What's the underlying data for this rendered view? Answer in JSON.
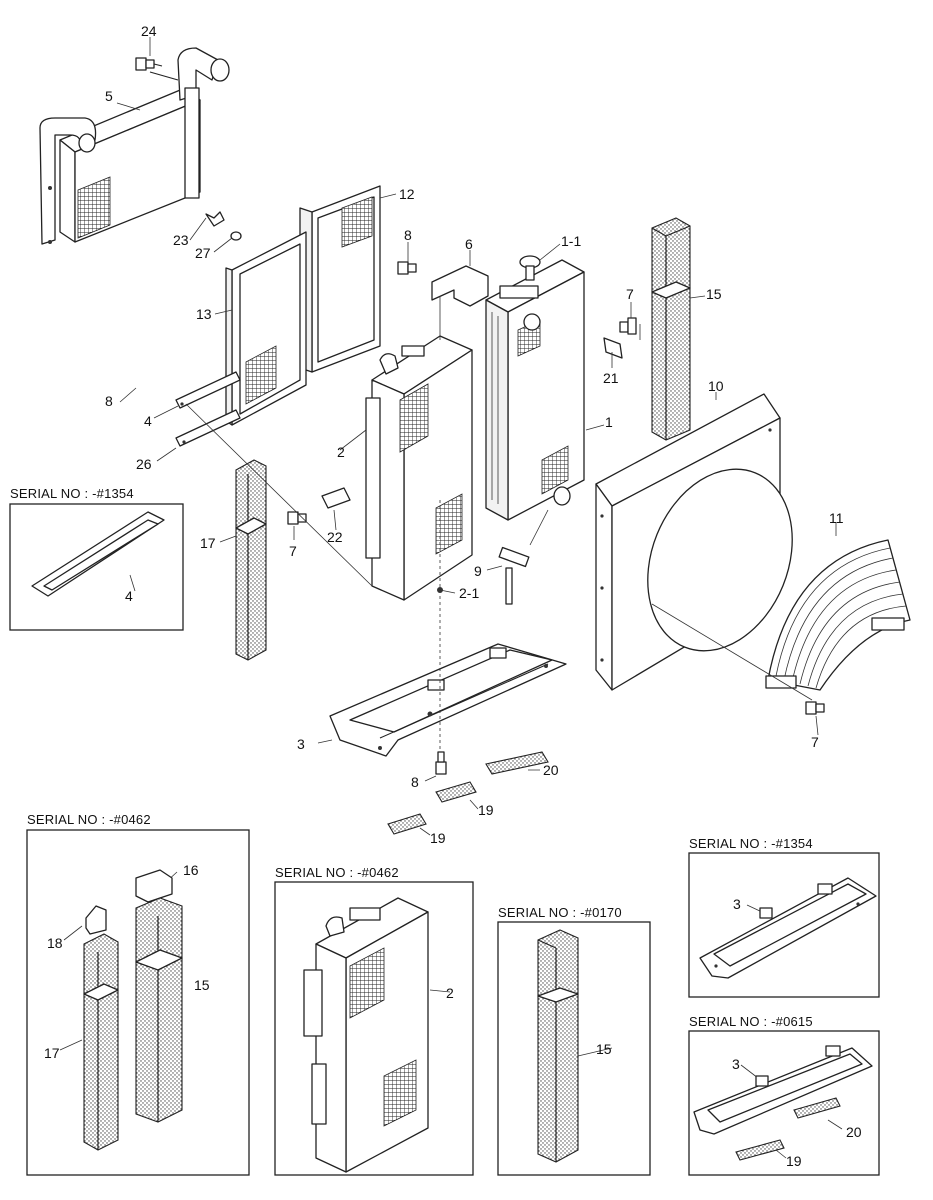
{
  "labels": {
    "p24": "24",
    "p5": "5",
    "p12": "12",
    "p23": "23",
    "p27": "27",
    "p13": "13",
    "p8a": "8",
    "p6": "6",
    "p1_1": "1-1",
    "p7a": "7",
    "p15a": "15",
    "p21": "21",
    "p8b": "8",
    "p4a": "4",
    "p26": "26",
    "p2a": "2",
    "p1": "1",
    "p10": "10",
    "p17a": "17",
    "p7b": "7",
    "p22": "22",
    "p9": "9",
    "p2_1": "2-1",
    "p11": "11",
    "p4b": "4",
    "p3a": "3",
    "p8c": "8",
    "p20a": "20",
    "p19a": "19",
    "p19b": "19",
    "p7c": "7",
    "p16": "16",
    "p18": "18",
    "p15b": "15",
    "p17b": "17",
    "p2b": "2",
    "p15c": "15",
    "p3b": "3",
    "p3c": "3",
    "p20b": "20",
    "p19c": "19"
  },
  "serials": {
    "s1354_left": "SERIAL NO : -#1354",
    "s0462_left": "SERIAL NO : -#0462",
    "s0462_mid": "SERIAL NO : -#0462",
    "s0170": "SERIAL NO : -#0170",
    "s1354_right": "SERIAL NO : -#1354",
    "s0615": "SERIAL NO : -#0615"
  }
}
